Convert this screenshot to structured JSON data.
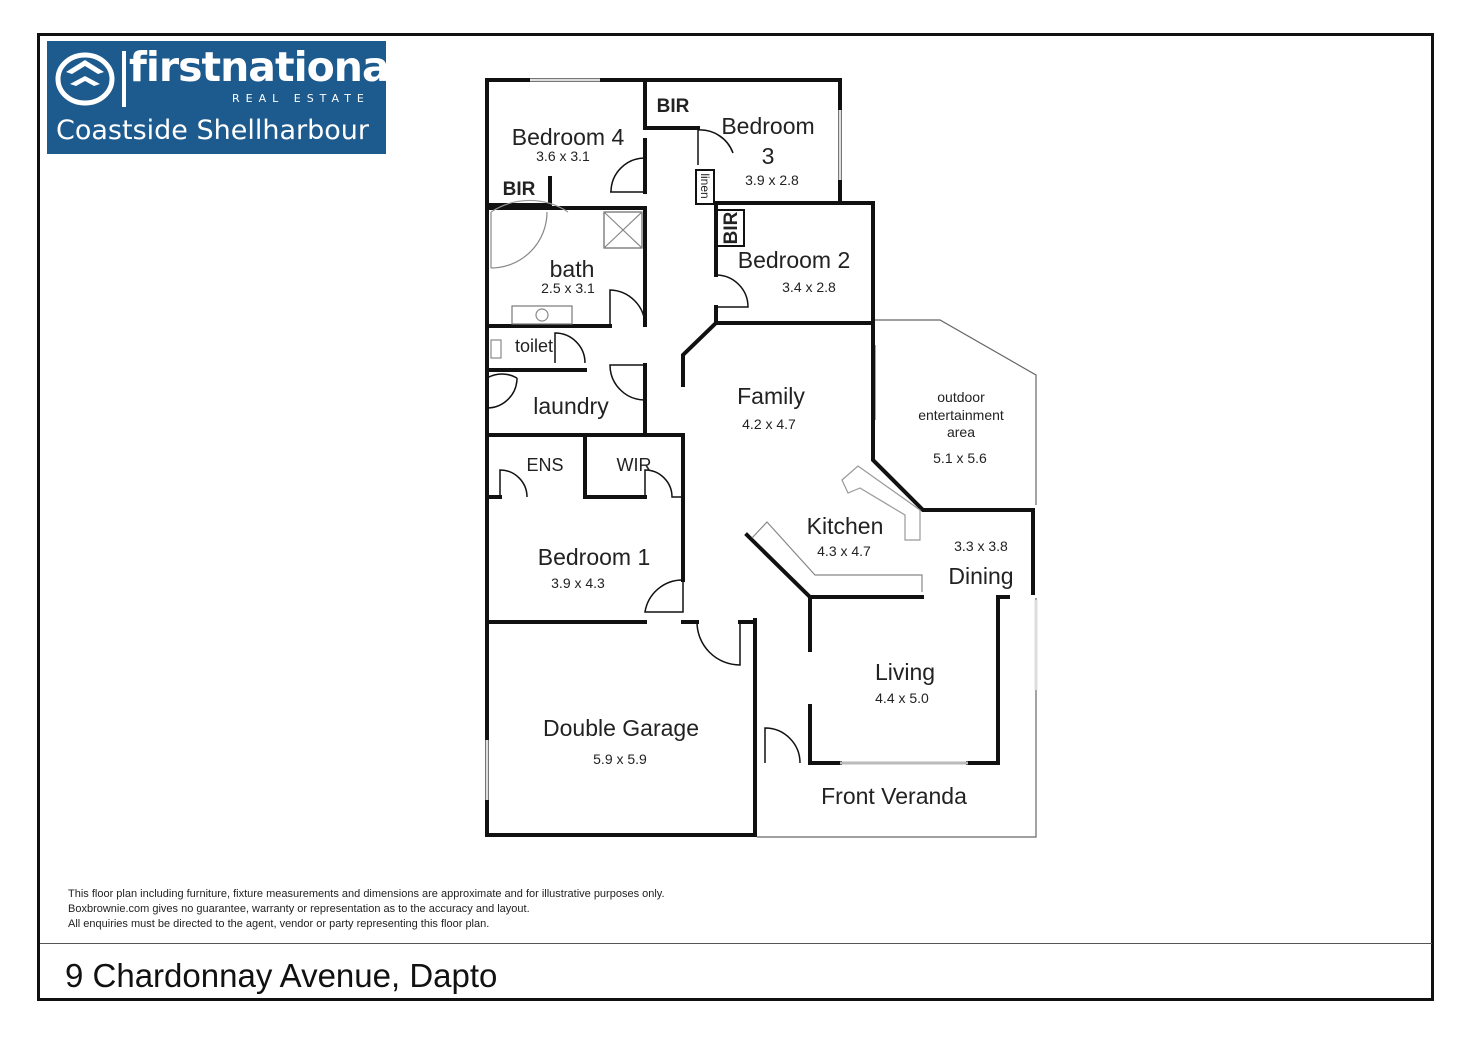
{
  "logo": {
    "brand": "firstnational",
    "tagline": "REAL ESTATE",
    "office": "Coastside Shellharbour",
    "colors": {
      "background": "#1d5a8e",
      "text": "#ffffff"
    }
  },
  "rooms": {
    "bedroom4": {
      "name": "Bedroom 4",
      "size": "3.6 x 3.1"
    },
    "bir_bed3": {
      "name": "BIR"
    },
    "bedroom3": {
      "name_line1": "Bedroom",
      "name_line2": "3",
      "size": "3.9 x 2.8"
    },
    "bir_bed4": {
      "name": "BIR"
    },
    "linen": {
      "name": "linen"
    },
    "bir_bed2": {
      "name": "BIR"
    },
    "bedroom2": {
      "name": "Bedroom 2",
      "size": "3.4 x 2.8"
    },
    "bath": {
      "name": "bath",
      "size": "2.5 x 3.1"
    },
    "toilet": {
      "name": "toilet"
    },
    "laundry": {
      "name": "laundry"
    },
    "family": {
      "name": "Family",
      "size": "4.2 x 4.7"
    },
    "outdoor": {
      "line1": "outdoor",
      "line2": "entertainment",
      "line3": "area",
      "size": "5.1 x 5.6"
    },
    "ens": {
      "name": "ENS"
    },
    "wir": {
      "name": "WIR"
    },
    "kitchen": {
      "name": "Kitchen",
      "size": "4.3 x 4.7"
    },
    "dining": {
      "name": "Dining",
      "size": "3.3 x 3.8"
    },
    "bedroom1": {
      "name": "Bedroom 1",
      "size": "3.9 x 4.3"
    },
    "living": {
      "name": "Living",
      "size": "4.4 x 5.0"
    },
    "garage": {
      "name": "Double Garage",
      "size": "5.9 x 5.9"
    },
    "veranda": {
      "name": "Front Veranda"
    }
  },
  "disclaimer": {
    "line1": "This floor plan including furniture, fixture measurements and dimensions are approximate and for illustrative purposes only.",
    "line2": "Boxbrownie.com gives no guarantee, warranty or representation as to the accuracy and layout.",
    "line3": "All enquiries must be directed to the agent, vendor or party representing this floor plan."
  },
  "address": "9 Chardonnay Avenue, Dapto"
}
